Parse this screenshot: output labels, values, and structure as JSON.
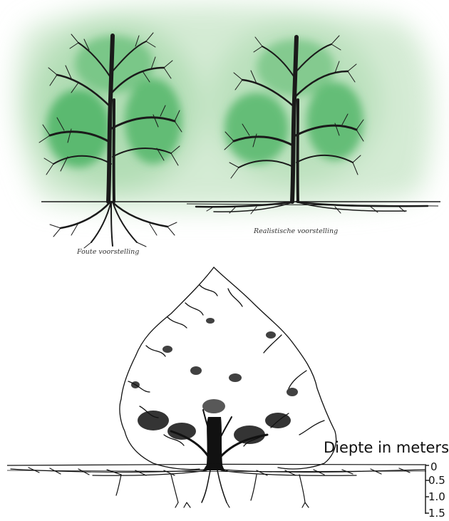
{
  "top_panel": {
    "caption_wrong": "Foute voorstelling",
    "caption_realistic": "Realistische voorstelling"
  },
  "bottom_panel": {
    "depth_title": "Diepte in meters",
    "depth_ticks": [
      "0",
      "0.5",
      "1.0",
      "1.5"
    ]
  },
  "colors": {
    "wash_green": "#5fbf6a",
    "leaf_green": "#2f9a4a",
    "ink": "#1a1a1a"
  }
}
